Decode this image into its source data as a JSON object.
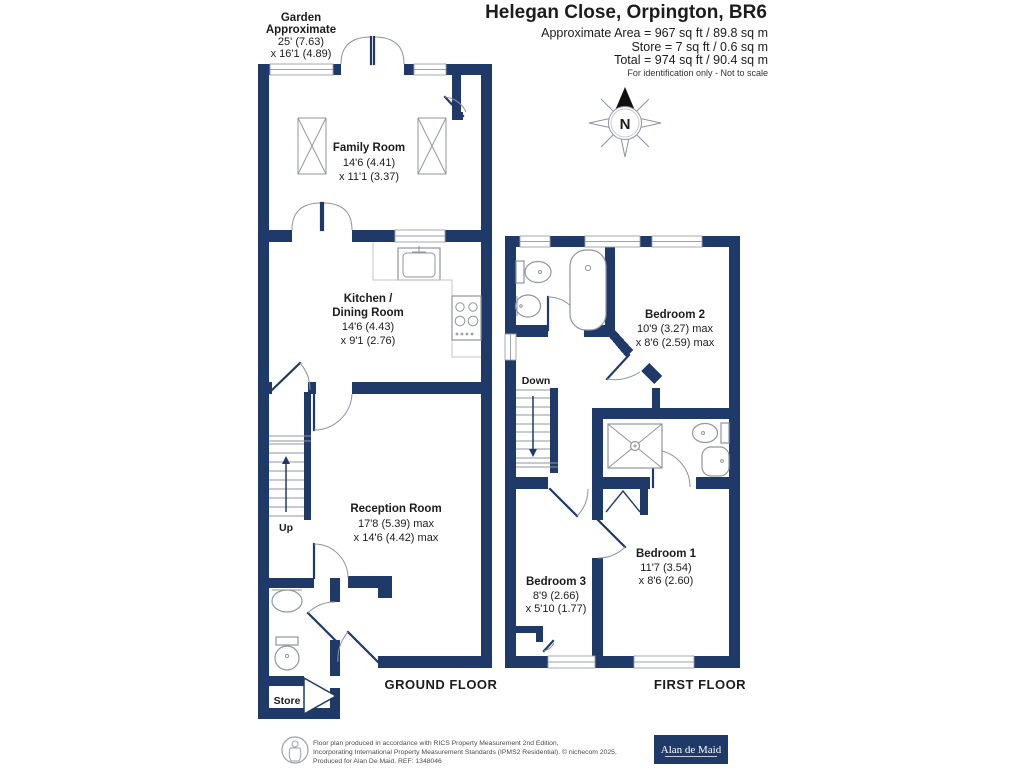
{
  "header": {
    "title": "Helegan Close, Orpington, BR6",
    "area_lines": [
      "Approximate Area = 967 sq ft / 89.8 sq m",
      "Store = 7 sq ft / 0.6 sq m",
      "Total = 974 sq ft / 90.4 sq m"
    ],
    "disclaimer": "For identification only - Not to scale"
  },
  "garden_label": {
    "line1": "Garden",
    "line2": "Approximate",
    "line3": "25' (7.63)",
    "line4": "x 16'1 (4.89)"
  },
  "compass": {
    "north": "N"
  },
  "ground_floor": {
    "title": "GROUND FLOOR",
    "family_room": {
      "name": "Family Room",
      "dim1": "14'6 (4.41)",
      "dim2": "x 11'1 (3.37)"
    },
    "kitchen": {
      "name1": "Kitchen /",
      "name2": "Dining Room",
      "dim1": "14'6 (4.43)",
      "dim2": "x 9'1 (2.76)"
    },
    "reception": {
      "name": "Reception Room",
      "dim1": "17'8 (5.39) max",
      "dim2": "x 14'6 (4.42) max"
    },
    "store": {
      "name": "Store"
    },
    "up": "Up"
  },
  "first_floor": {
    "title": "FIRST FLOOR",
    "bedroom1": {
      "name": "Bedroom 1",
      "dim1": "11'7 (3.54)",
      "dim2": "x 8'6 (2.60)"
    },
    "bedroom2": {
      "name": "Bedroom 2",
      "dim1": "10'9 (3.27) max",
      "dim2": "x 8'6 (2.59) max"
    },
    "bedroom3": {
      "name": "Bedroom 3",
      "dim1": "8'9 (2.66)",
      "dim2": "x 5'10 (1.77)"
    },
    "down": "Down"
  },
  "footer": {
    "line1": "Floor plan produced in accordance with RICS Property Measurement 2nd Edition,",
    "line2": "Incorporating International Property Measurement Standards (IPMS2 Residential).  © nichecom 2025.",
    "line3": "Produced for Alan De Maid.   REF: 1348046",
    "logo": "Alan de Maid"
  },
  "colors": {
    "wall": "#1f3a68",
    "fixture_line": "#8f96a0",
    "text": "#1c1c1c"
  }
}
